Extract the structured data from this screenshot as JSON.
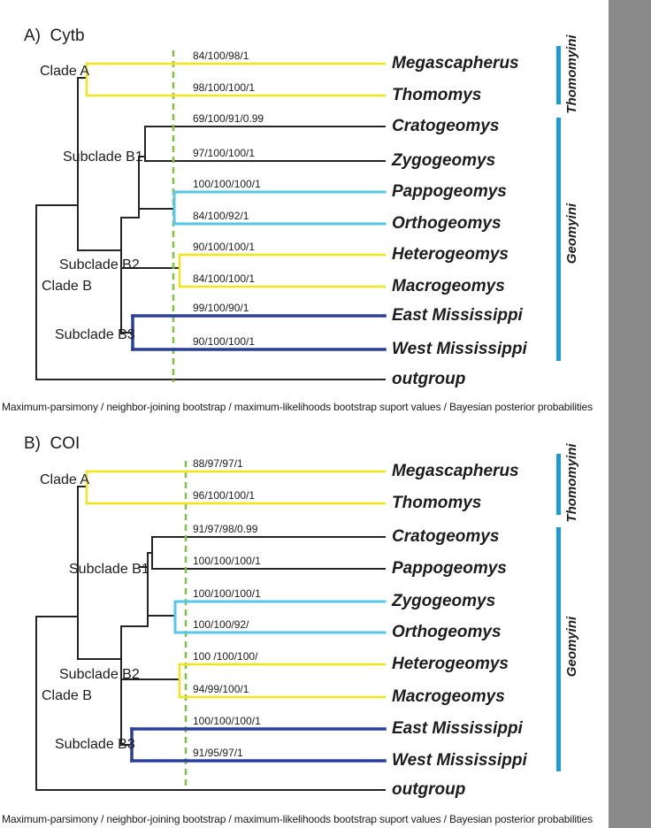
{
  "colors": {
    "black": "#262424",
    "yellow": "#f0e41a",
    "cyan": "#56c6e9",
    "navy": "#2a3f9d",
    "green": "#7dc242",
    "bar_blue": "#1e9ad6",
    "gray_band": "#8a8a8a",
    "text": "#1c1c1c"
  },
  "panels": [
    {
      "title": "A)  Cytb",
      "clades": [
        "Clade A",
        "Subclade B1",
        "Subclade B2",
        "Clade B",
        "Subclade B3"
      ],
      "taxa": [
        {
          "name": "Megascapherus",
          "support": "84/100/98/1"
        },
        {
          "name": "Thomomys",
          "support": "98/100/100/1"
        },
        {
          "name": "Cratogeomys",
          "support": "69/100/91/0.99"
        },
        {
          "name": "Zygogeomys",
          "support": "97/100/100/1"
        },
        {
          "name": "Pappogeomys",
          "support": "100/100/100/1"
        },
        {
          "name": "Orthogeomys",
          "support": "84/100/92/1"
        },
        {
          "name": "Heterogeomys",
          "support": "90/100/100/1"
        },
        {
          "name": "Macrogeomys",
          "support": "84/100/100/1"
        },
        {
          "name": "East Mississippi",
          "support": "99/100/90/1"
        },
        {
          "name": "West Mississippi",
          "support": "90/100/100/1"
        },
        {
          "name": "outgroup",
          "support": ""
        }
      ],
      "tribes": [
        {
          "label": "Thomomyini"
        },
        {
          "label": "Geomyini"
        }
      ],
      "caption": "Maximum-parsimony / neighbor-joining bootstrap / maximum-likelihoods bootstrap suport values / Bayesian posterior probabilities",
      "segments": [
        [
          41,
          232,
          41,
          429,
          "black",
          2
        ],
        [
          41,
          429,
          435,
          429,
          "black",
          2
        ],
        [
          41,
          232,
          88,
          232,
          "black",
          2
        ],
        [
          88,
          88,
          88,
          283,
          "black",
          2
        ],
        [
          88,
          88,
          98,
          88,
          "black",
          2
        ],
        [
          88,
          283,
          137,
          283,
          "black",
          2
        ],
        [
          137,
          246,
          137,
          376,
          "black",
          2
        ],
        [
          137,
          246,
          157,
          246,
          "black",
          2
        ],
        [
          157,
          177,
          157,
          246,
          "black",
          2
        ],
        [
          157,
          177,
          164,
          177,
          "black",
          2
        ],
        [
          164,
          143,
          164,
          182,
          "black",
          2
        ],
        [
          164,
          143,
          435,
          143,
          "black",
          2
        ],
        [
          164,
          182,
          435,
          182,
          "black",
          2
        ],
        [
          157,
          236,
          197,
          236,
          "black",
          2
        ],
        [
          137,
          303,
          203,
          303,
          "black",
          2
        ],
        [
          137,
          376,
          150,
          376,
          "black",
          2
        ],
        [
          196,
          57,
          196,
          432,
          "green",
          2.5,
          1
        ],
        [
          98,
          72,
          98,
          108,
          "yellow",
          2.5
        ],
        [
          98,
          72,
          435,
          72,
          "yellow",
          2.5
        ],
        [
          98,
          108,
          435,
          108,
          "yellow",
          2.5
        ],
        [
          197,
          217,
          197,
          253,
          "cyan",
          3
        ],
        [
          197,
          217,
          435,
          217,
          "cyan",
          3
        ],
        [
          197,
          253,
          435,
          253,
          "cyan",
          3
        ],
        [
          203,
          288,
          203,
          324,
          "yellow",
          2.5
        ],
        [
          203,
          288,
          435,
          288,
          "yellow",
          2.5
        ],
        [
          203,
          324,
          435,
          324,
          "yellow",
          2.5
        ],
        [
          150,
          357,
          150,
          395,
          "navy",
          3.5
        ],
        [
          150,
          357,
          435,
          357,
          "navy",
          3.5
        ],
        [
          150,
          395,
          435,
          395,
          "navy",
          3.5
        ]
      ]
    },
    {
      "title": "B)  COI",
      "clades": [
        "Clade A",
        "Subclade B1",
        "Subclade B2",
        "Clade B",
        "Subclade B3"
      ],
      "taxa": [
        {
          "name": "Megascapherus",
          "support": "88/97/97/1"
        },
        {
          "name": "Thomomys",
          "support": "96/100/100/1"
        },
        {
          "name": "Cratogeomys",
          "support": "91/97/98/0.99"
        },
        {
          "name": "Pappogeomys",
          "support": "100/100/100/1"
        },
        {
          "name": "Zygogeomys",
          "support": "100/100/100/1"
        },
        {
          "name": "Orthogeomys",
          "support": "100/100/92/"
        },
        {
          "name": "Heterogeomys",
          "support": "100 /100/100/"
        },
        {
          "name": "Macrogeomys",
          "support": "94/99/100/1"
        },
        {
          "name": "East Mississippi",
          "support": "100/100/100/1"
        },
        {
          "name": "West Mississippi",
          "support": "91/95/97/1"
        },
        {
          "name": "outgroup",
          "support": ""
        }
      ],
      "tribes": [
        {
          "label": "Thomomyini"
        },
        {
          "label": "Geomyini"
        }
      ],
      "caption": "Maximum-parsimony / neighbor-joining bootstrap / maximum-likelihoods bootstrap suport values / Bayesian posterior probabilities",
      "segments": [
        [
          41,
          697,
          41,
          893,
          "black",
          2
        ],
        [
          41,
          893,
          435,
          893,
          "black",
          2
        ],
        [
          41,
          697,
          88,
          697,
          "black",
          2
        ],
        [
          88,
          550,
          88,
          745,
          "black",
          2
        ],
        [
          88,
          550,
          98,
          550,
          "black",
          2
        ],
        [
          88,
          745,
          137,
          745,
          "black",
          2
        ],
        [
          137,
          708,
          137,
          842,
          "black",
          2
        ],
        [
          137,
          708,
          167,
          708,
          "black",
          2
        ],
        [
          167,
          625,
          167,
          708,
          "black",
          2
        ],
        [
          167,
          625,
          172,
          625,
          "black",
          2
        ],
        [
          158,
          641,
          167,
          641,
          "black",
          2
        ],
        [
          172,
          607,
          172,
          643,
          "black",
          2
        ],
        [
          172,
          607,
          435,
          607,
          "black",
          2
        ],
        [
          172,
          643,
          435,
          643,
          "black",
          2
        ],
        [
          167,
          696,
          198,
          696,
          "black",
          2
        ],
        [
          137,
          768,
          203,
          768,
          "black",
          2
        ],
        [
          137,
          842,
          149,
          842,
          "black",
          2
        ],
        [
          210,
          521,
          210,
          892,
          "green",
          2.5,
          1
        ],
        [
          98,
          533,
          98,
          569,
          "yellow",
          2.5
        ],
        [
          98,
          533,
          435,
          533,
          "yellow",
          2.5
        ],
        [
          98,
          569,
          435,
          569,
          "yellow",
          2.5
        ],
        [
          198,
          680,
          198,
          715,
          "cyan",
          3
        ],
        [
          198,
          680,
          435,
          680,
          "cyan",
          3
        ],
        [
          198,
          715,
          435,
          715,
          "cyan",
          3
        ],
        [
          203,
          751,
          203,
          788,
          "yellow",
          2.5
        ],
        [
          203,
          751,
          435,
          751,
          "yellow",
          2.5
        ],
        [
          203,
          788,
          435,
          788,
          "yellow",
          2.5
        ],
        [
          149,
          824,
          149,
          860,
          "navy",
          3.5
        ],
        [
          149,
          824,
          435,
          824,
          "navy",
          3.5
        ],
        [
          149,
          860,
          435,
          860,
          "navy",
          3.5
        ]
      ]
    }
  ]
}
